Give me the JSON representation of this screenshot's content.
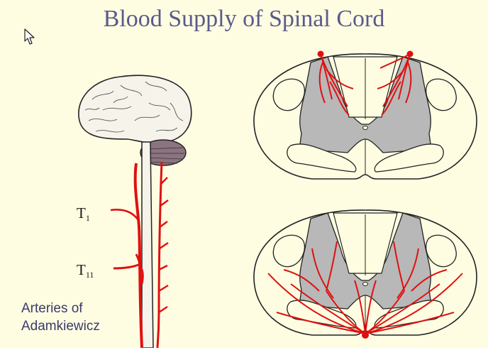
{
  "title": "Blood Supply of Spinal Cord",
  "labels": {
    "t1_main": "T",
    "t1_sub": "1",
    "t11_main": "T",
    "t11_sub": "11",
    "arteries_line1": "Arteries of",
    "arteries_line2": "Adamkiewicz"
  },
  "icons": {
    "cursor": "mouse-pointer-icon"
  },
  "colors": {
    "background": "#fefde2",
    "title": "#5a5a8a",
    "artery": "#e01010",
    "gray_matter": "#b8b8b8",
    "outline": "#1a1a1a"
  }
}
